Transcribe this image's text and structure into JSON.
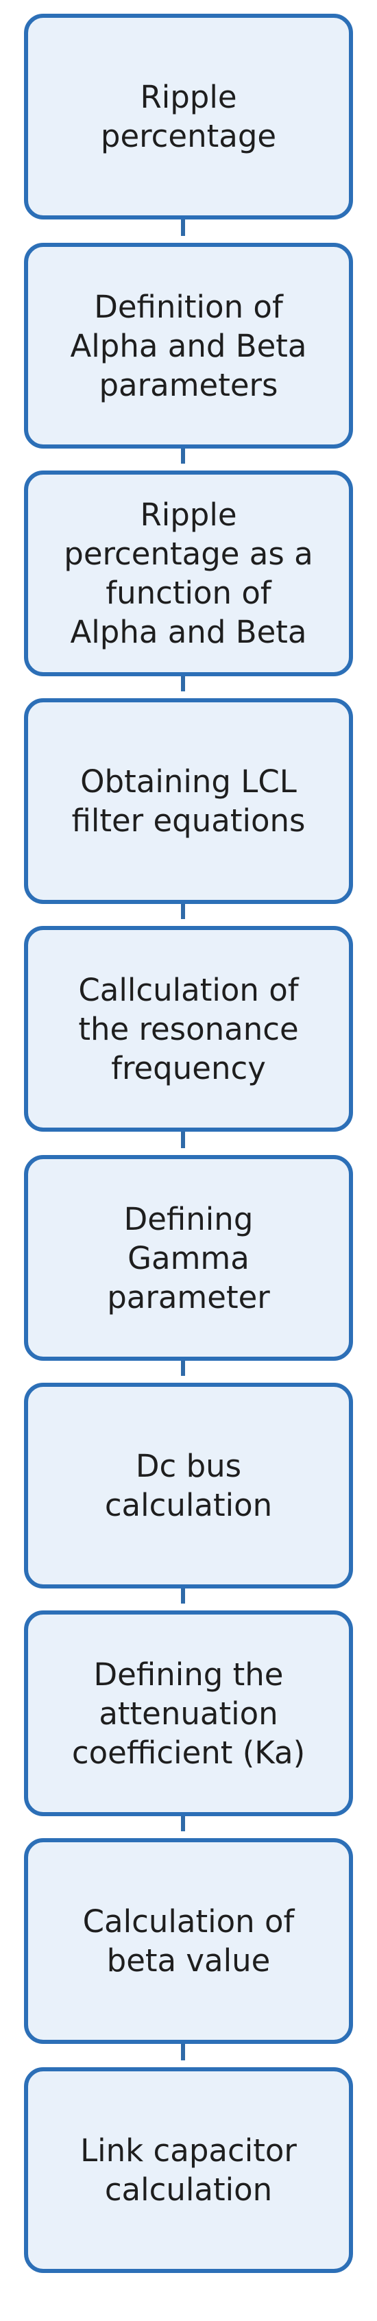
{
  "flowchart": {
    "steps": [
      {
        "label": "Ripple\npercentage"
      },
      {
        "label": "Definition of\nAlpha and Beta\nparameters"
      },
      {
        "label": "Ripple\npercentage as a\nfunction of\nAlpha and Beta"
      },
      {
        "label": "Obtaining LCL\nfilter equations"
      },
      {
        "label": "Callculation of\nthe resonance\nfrequency"
      },
      {
        "label": "Defining\nGamma\nparameter"
      },
      {
        "label": "Dc bus\ncalculation"
      },
      {
        "label": "Defining the\nattenuation\ncoefficient (Ka)"
      },
      {
        "label": "Calculation of\nbeta value"
      },
      {
        "label": "Link capacitor\ncalculation"
      }
    ]
  },
  "colors": {
    "box_fill": "#e9f1fa",
    "box_border": "#2c6fb7",
    "connector": "#2f6aa8",
    "text": "#1e1e1e"
  }
}
